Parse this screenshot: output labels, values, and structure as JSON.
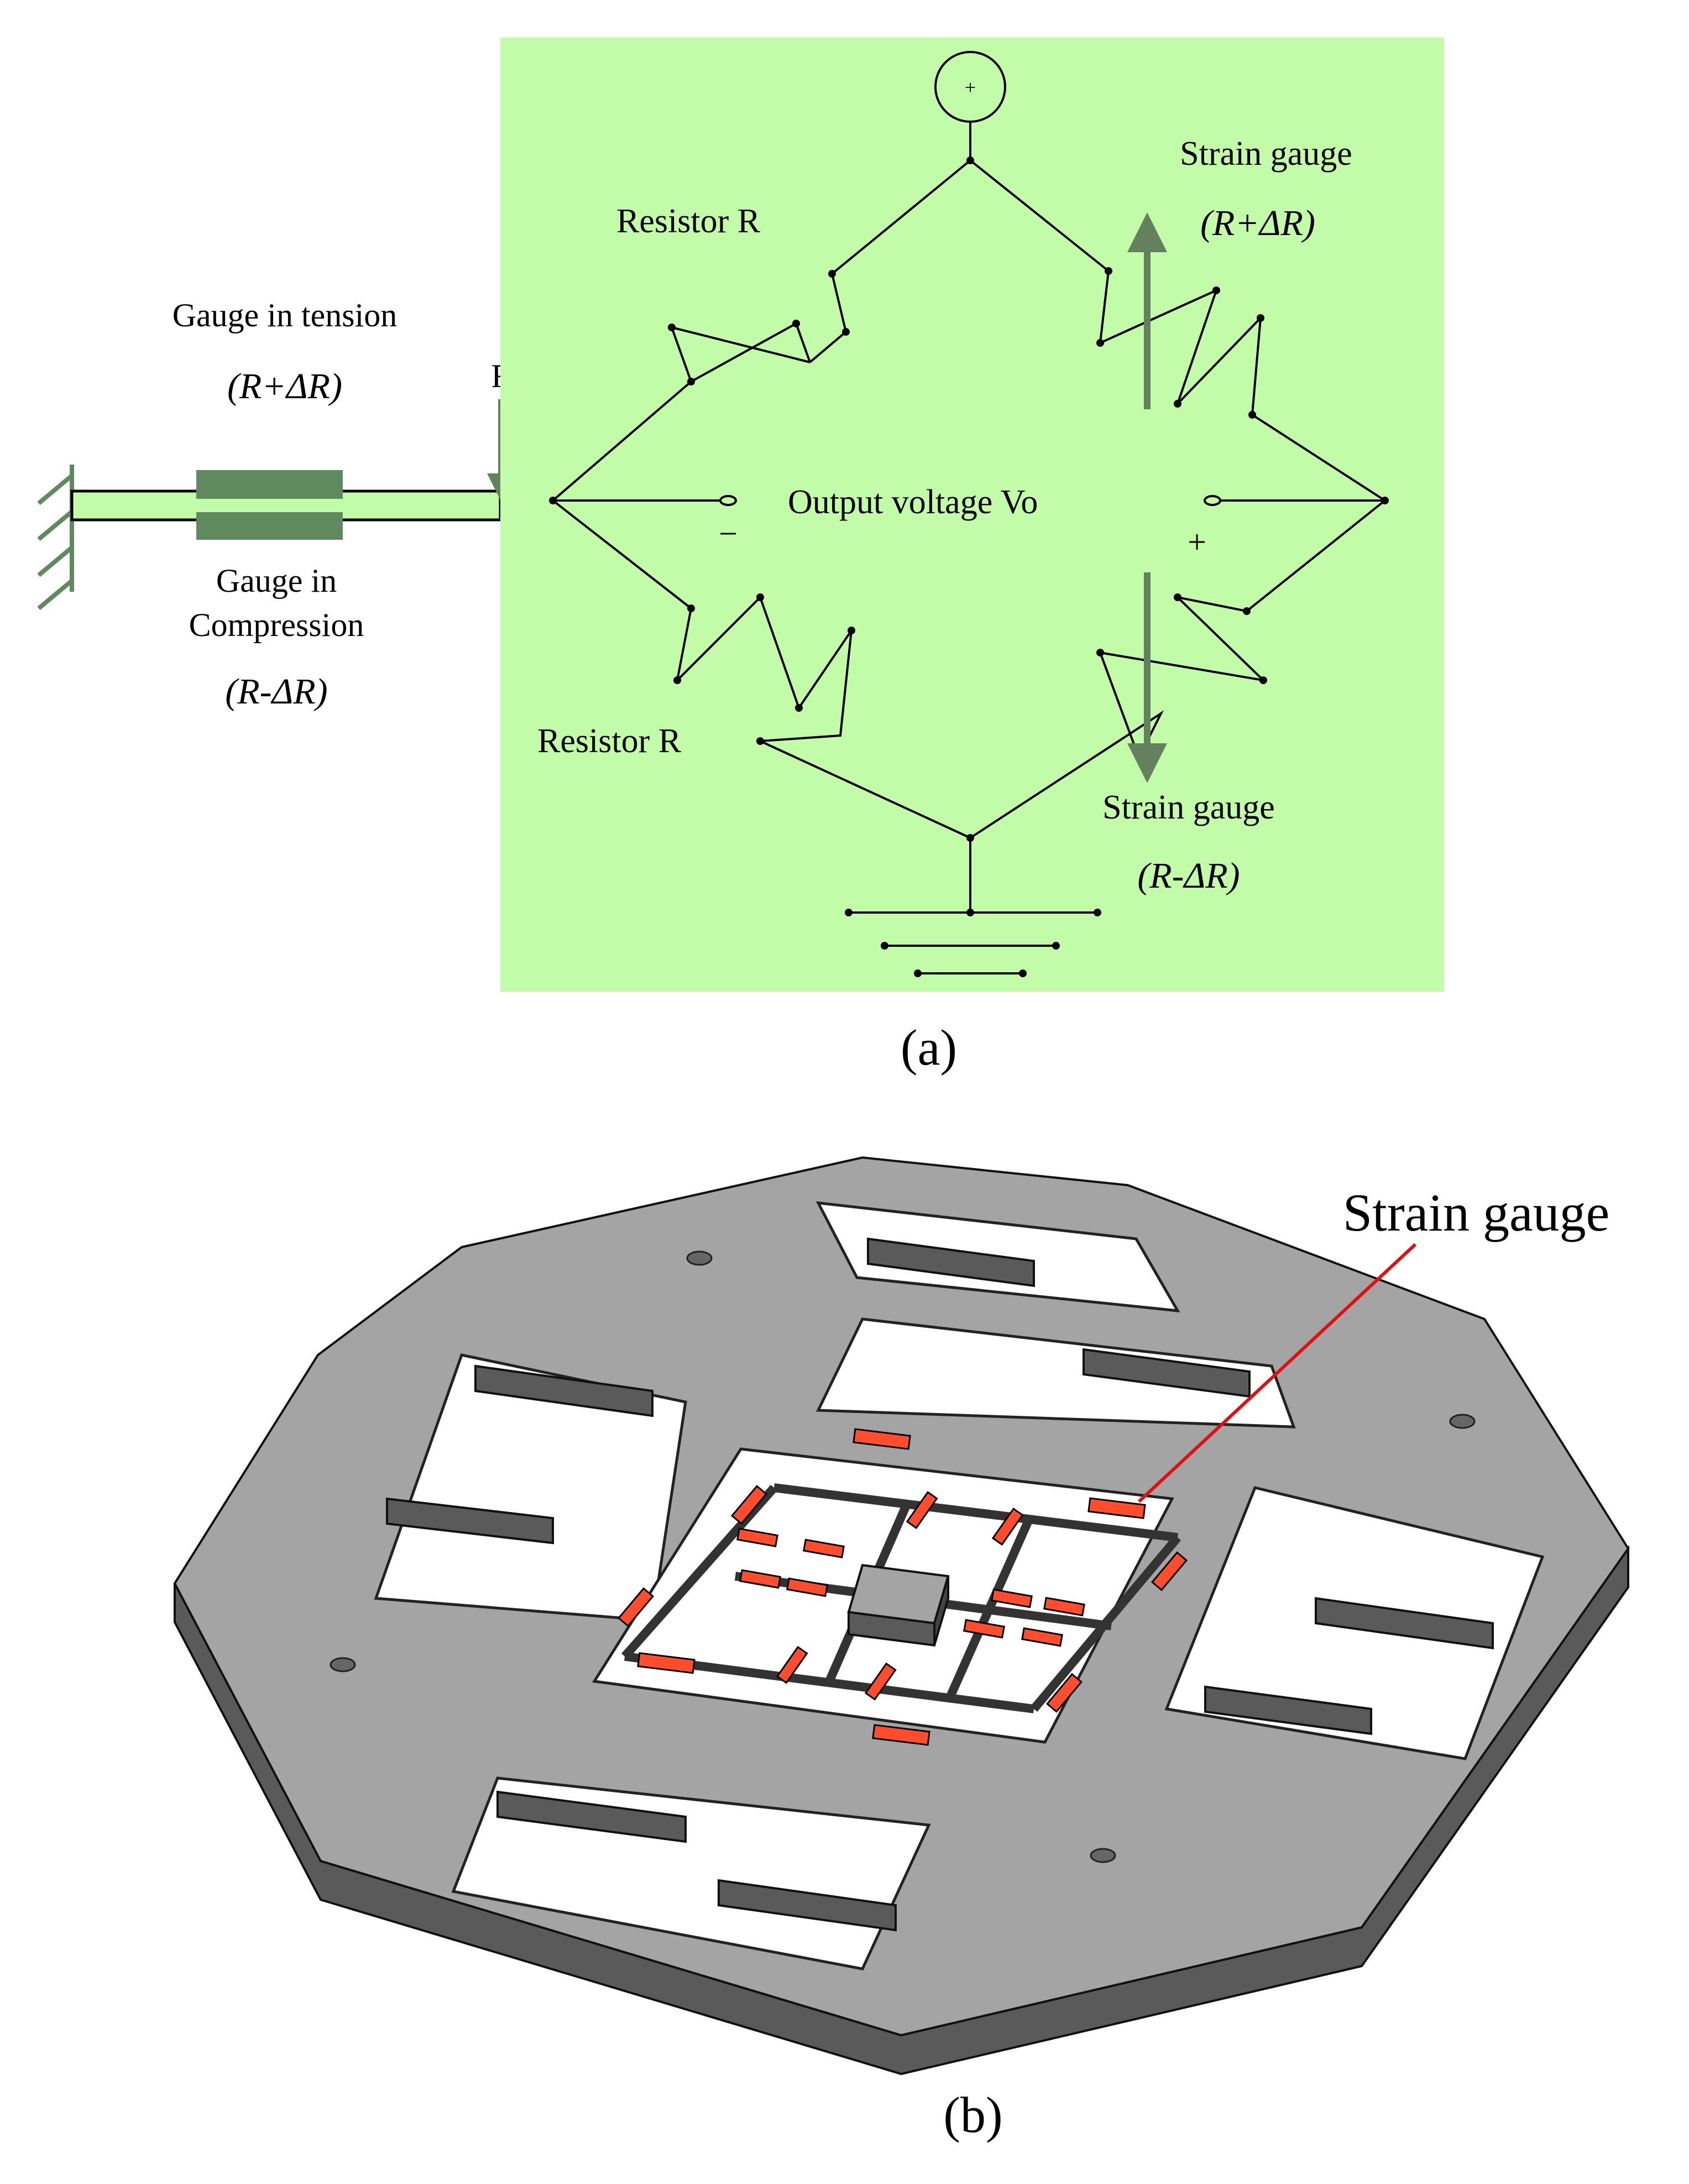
{
  "panel_a": {
    "beam": {
      "force_label": "F",
      "tension_label": "Gauge in tension",
      "tension_value": "(R+ΔR)",
      "compression_label_1": "Gauge in",
      "compression_label_2": "Compression",
      "compression_value": "(R-ΔR)"
    },
    "bridge": {
      "source_symbol": "+",
      "resistor_top_left": "Resistor R",
      "resistor_bottom_left": "Resistor R",
      "gauge_top_right_label": "Strain gauge",
      "gauge_top_right_value": "(R+ΔR)",
      "gauge_bottom_right_label": "Strain gauge",
      "gauge_bottom_right_value": "(R-ΔR)",
      "output_label": "Output voltage Vo",
      "minus_sign": "−",
      "plus_sign": "+"
    },
    "caption": "(a)"
  },
  "panel_b": {
    "callout_label": "Strain gauge",
    "caption": "(b)"
  },
  "colors": {
    "bridge_background": "#c2fca9",
    "beam_fill": "#c2fca9",
    "gauge_fill": "#5f8a5f",
    "arrow": "#64805c",
    "plate_top": "#a4a4a4",
    "plate_side": "#5a5a5a",
    "strain_gauge": "#ff4d2e",
    "callout_line": "#e01010"
  }
}
